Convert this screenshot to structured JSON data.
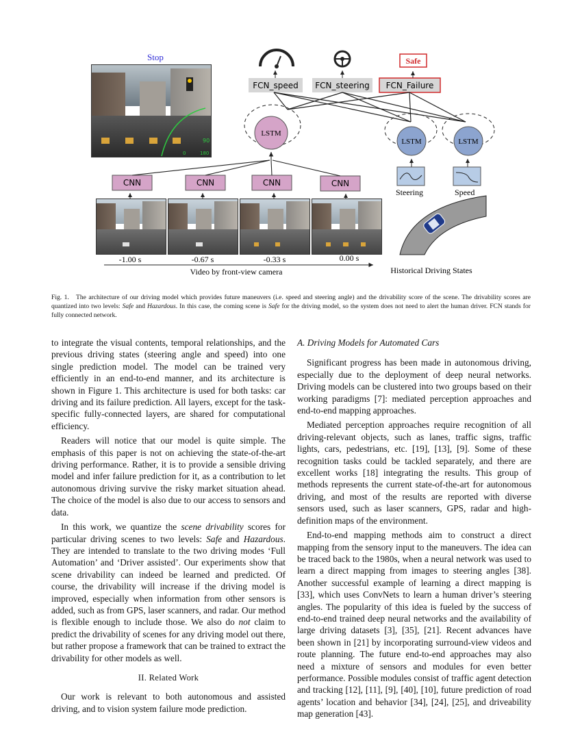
{
  "figure": {
    "stop_label": "Stop",
    "fcn_boxes": [
      "FCN_speed",
      "FCN_steering",
      "FCN_Failure"
    ],
    "safe_label": "Safe",
    "lstm_label": "LSTM",
    "cnn_label": "CNN",
    "time_labels": [
      "-1.00 s",
      "-0.67 s",
      "-0.33 s",
      "0.00 s"
    ],
    "video_label": "Video by front-view camera",
    "steering_label": "Steering",
    "speed_label": "Speed",
    "history_label": "Historical Driving States",
    "overlay_speed": "90",
    "overlay_min": "0",
    "overlay_max": "180"
  },
  "caption": {
    "prefix": "Fig. 1.",
    "text1": "The architecture of our driving model which provides future maneuvers (i.e. speed and steering angle) and the drivability score of the scene. The drivability scores are quantized into two levels: ",
    "safe": "Safe",
    "and": " and ",
    "hazardous": "Hazardous",
    "text2": ". In this case, the coming scene is ",
    "safe2": "Safe",
    "text3": " for the driving model, so the system does not need to alert the human driver. FCN stands for fully connected network."
  },
  "left_col": {
    "p1": "to integrate the visual contents, temporal relationships, and the previous driving states (steering angle and speed) into one single prediction model. The model can be trained very efficiently in an end-to-end manner, and its architecture is shown in Figure 1. This architecture is used for both tasks: car driving and its failure prediction. All layers, except for the task-specific fully-connected layers, are shared for computational efficiency.",
    "p2": "Readers will notice that our model is quite simple. The emphasis of this paper is not on achieving the state-of-the-art driving performance. Rather, it is to provide a sensible driving model and infer failure prediction for it, as a contribution to let autonomous driving survive the risky market situation ahead. The choice of the model is also due to our access to sensors and data.",
    "p3a": "In this work, we quantize the ",
    "p3_em1": "scene drivability",
    "p3b": " scores for particular driving scenes to two levels: ",
    "p3_em2": "Safe",
    "p3c": " and ",
    "p3_em3": "Hazardous",
    "p3d": ". They are intended to translate to the two driving modes ‘Full Automation’ and ‘Driver assisted’. Our experiments show that scene drivability can indeed be learned and predicted. Of course, the drivability will increase if the driving model is improved, especially when information from other sensors is added, such as from GPS, laser scanners, and radar. Our method is flexible enough to include those. We also do ",
    "p3_em4": "not",
    "p3e": " claim to predict the drivability of scenes for any driving model out there, but rather propose a framework that can be trained to extract the drivability for other models as well.",
    "section": "II. Related Work",
    "p4": "Our work is relevant to both autonomous and assisted driving, and to vision system failure mode prediction."
  },
  "right_col": {
    "subsection": "A. Driving Models for Automated Cars",
    "p1": "Significant progress has been made in autonomous driving, especially due to the deployment of deep neural networks. Driving models can be clustered into two groups based on their working paradigms [7]: mediated perception approaches and end-to-end mapping approaches.",
    "p2": "Mediated perception approaches require recognition of all driving-relevant objects, such as lanes, traffic signs, traffic lights, cars, pedestrians, etc. [19], [13], [9]. Some of these recognition tasks could be tackled separately, and there are excellent works [18] integrating the results. This group of methods represents the current state-of-the-art for autonomous driving, and most of the results are reported with diverse sensors used, such as laser scanners, GPS, radar and high-definition maps of the environment.",
    "p3": "End-to-end mapping methods aim to construct a direct mapping from the sensory input to the maneuvers. The idea can be traced back to the 1980s, when a neural network was used to learn a direct mapping from images to steering angles [38]. Another successful example of learning a direct mapping is [33], which uses ConvNets to learn a human driver’s steering angles. The popularity of this idea is fueled by the success of end-to-end trained deep neural networks and the availability of large driving datasets [3], [35], [21]. Recent advances have been shown in [21] by incorporating surround-view videos and route planning. The future end-to-end approaches may also need a mixture of sensors and modules for even better performance. Possible modules consist of traffic agent detection and tracking [12], [11], [9], [40], [10], future prediction of road agents’ location and behavior [34], [24], [25], and driveability map generation [43]."
  }
}
